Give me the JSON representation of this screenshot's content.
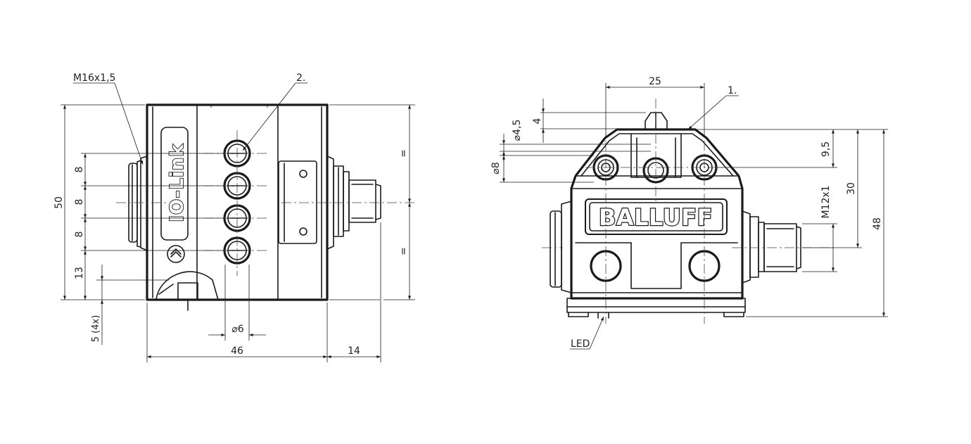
{
  "views": {
    "side": {
      "labels": {
        "thread": "M16x1,5",
        "callout": "2.",
        "logo": "IO-Link",
        "width": "46",
        "connector_length": "14",
        "height": "50",
        "pitch_1": "8",
        "pitch_2": "8",
        "pitch_3": "8",
        "bottom_offset": "13",
        "hole_spacing": "5 (4x)",
        "hole_diameter": "⌀6",
        "equal_top": "=",
        "equal_bottom": "="
      }
    },
    "front": {
      "labels": {
        "width": "25",
        "callout": "1.",
        "plunger_height": "4",
        "plunger_diameter": "⌀4,5",
        "hole_diameter": "⌀8",
        "hole_offset": "9,5",
        "connector_thread": "M12x1",
        "connector_span": "30",
        "total_height": "48",
        "led": "LED",
        "brand": "BALLUFF"
      }
    }
  }
}
